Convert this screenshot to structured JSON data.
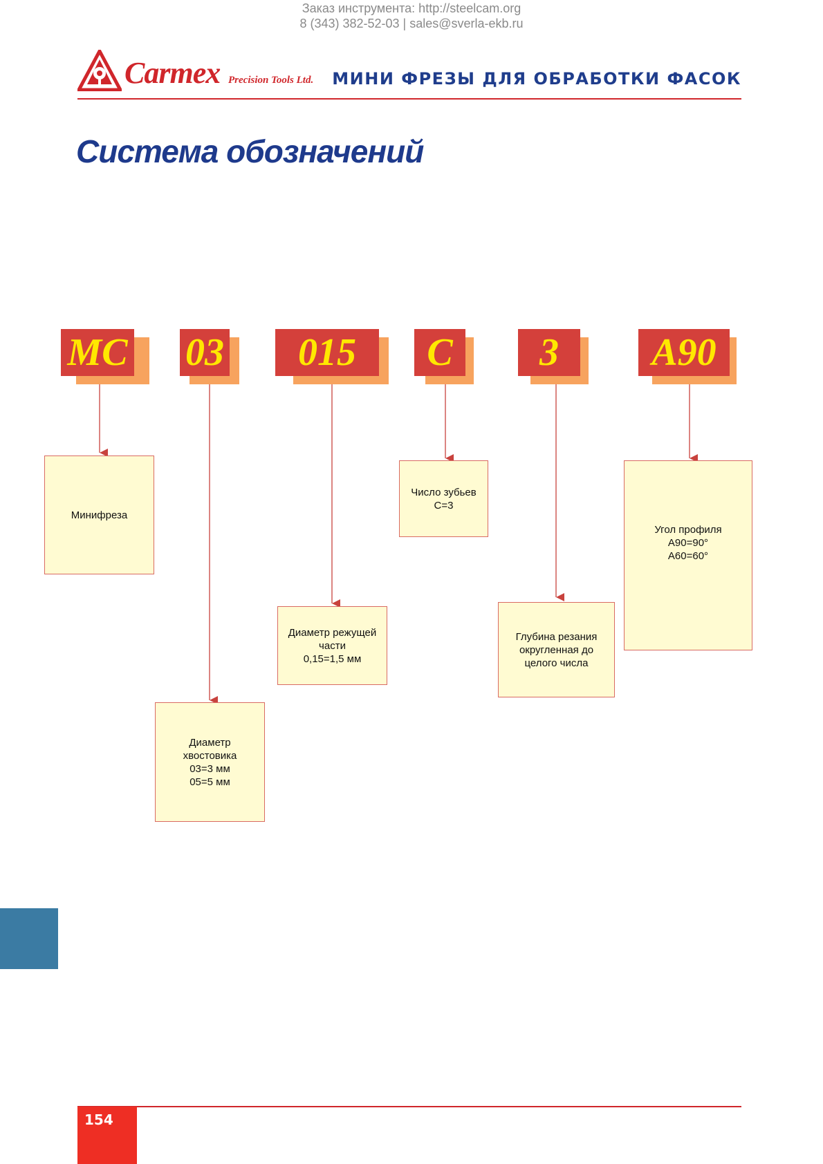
{
  "contact": {
    "line1": "Заказ инструмента: http://steelcam.org",
    "line2": "8 (343) 382-52-03  |  sales@sverla-ekb.ru"
  },
  "header": {
    "brand": "Carmex",
    "brand_sub": "Precision Tools Ltd.",
    "title": "МИНИ ФРЕЗЫ ДЛЯ ОБРАБОТКИ ФАСОК"
  },
  "page_title": "Система обозначений",
  "codes": [
    {
      "label": "MC"
    },
    {
      "label": "03"
    },
    {
      "label": "015"
    },
    {
      "label": "C"
    },
    {
      "label": "3"
    },
    {
      "label": "A90"
    }
  ],
  "descriptions": [
    {
      "text": "Минифреза"
    },
    {
      "text": "Диаметр\nхвостовика\n03=3 мм\n05=5 мм"
    },
    {
      "text": "Диаметр режущей\nчасти\n0,15=1,5 мм"
    },
    {
      "text": "Число зубьев\nC=3"
    },
    {
      "text": "Глубина резания\nокругленная до\nцелого числа"
    },
    {
      "text": "Угол профиля\nA90=90°\nA60=60°"
    }
  ],
  "footer": {
    "page_number": "154"
  },
  "colors": {
    "brand_red": "#d0262b",
    "title_blue": "#1e3a8c",
    "code_red": "#d4403b",
    "code_shadow": "#f7a35e",
    "code_text": "#ffe800",
    "box_fill": "#fffbd2",
    "side_tab": "#3b7ba3"
  }
}
